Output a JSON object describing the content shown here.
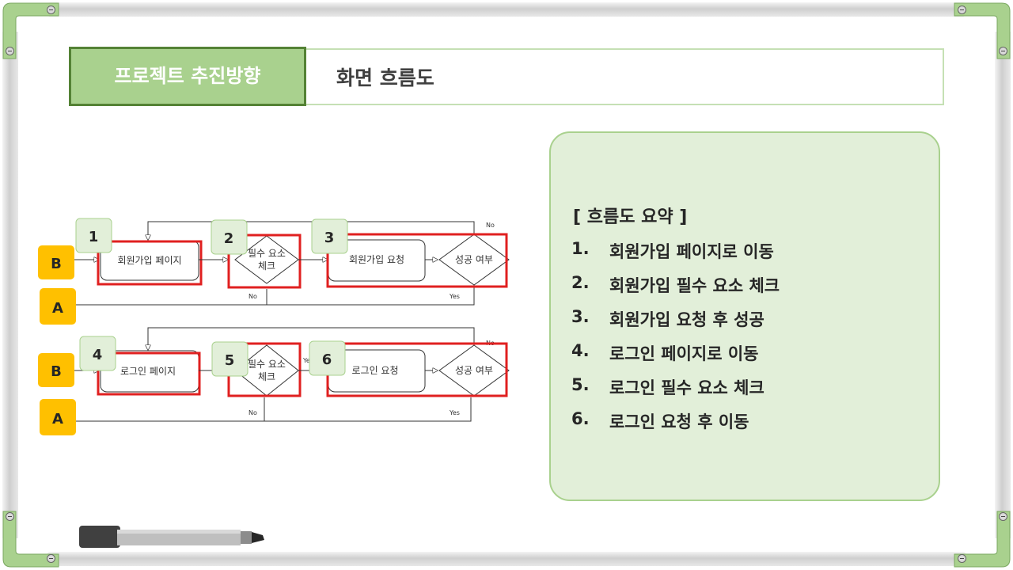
{
  "header": {
    "tab_label": "프로젝트 추진방향",
    "title": "화면 흐름도"
  },
  "summary": {
    "title": "[ 흐름도 요약 ]",
    "items": [
      {
        "num": "1.",
        "text": "회원가입 페이지로 이동"
      },
      {
        "num": "2.",
        "text": "회원가입 필수 요소 체크"
      },
      {
        "num": "3.",
        "text": "회원가입 요청 후 성공"
      },
      {
        "num": "4.",
        "text": "로그인 페이지로 이동"
      },
      {
        "num": "5.",
        "text": "로그인 필수 요소 체크"
      },
      {
        "num": "6.",
        "text": "로그인 요청 후 이동"
      }
    ]
  },
  "flow1": {
    "badges": [
      "1",
      "2",
      "3"
    ],
    "connector_b": "B",
    "connector_a": "A",
    "process_signup": "회원가입 페이지",
    "check_line1": "필수 요소",
    "check_line2": "체크",
    "process_request": "회원가입 요청",
    "decision": "성공 여부",
    "label_no_top": "No",
    "label_no": "No",
    "label_yes": "Yes"
  },
  "flow2": {
    "badges": [
      "4",
      "5",
      "6"
    ],
    "connector_b": "B",
    "connector_a": "A",
    "process_login": "로그인 페이지",
    "check_line1": "필수 요소",
    "check_line2": "체크",
    "check_yes": "Yes",
    "process_request": "로그인 요청",
    "decision": "성공 여부",
    "label_no_top": "No",
    "label_no": "No",
    "label_yes": "Yes"
  },
  "colors": {
    "accent_green": "#a9d18e",
    "dark_green": "#548235",
    "panel_bg": "#e2efd9",
    "connector_yellow": "#ffc000",
    "highlight_red": "#e02020",
    "badge_bg": "#e2efd9"
  }
}
